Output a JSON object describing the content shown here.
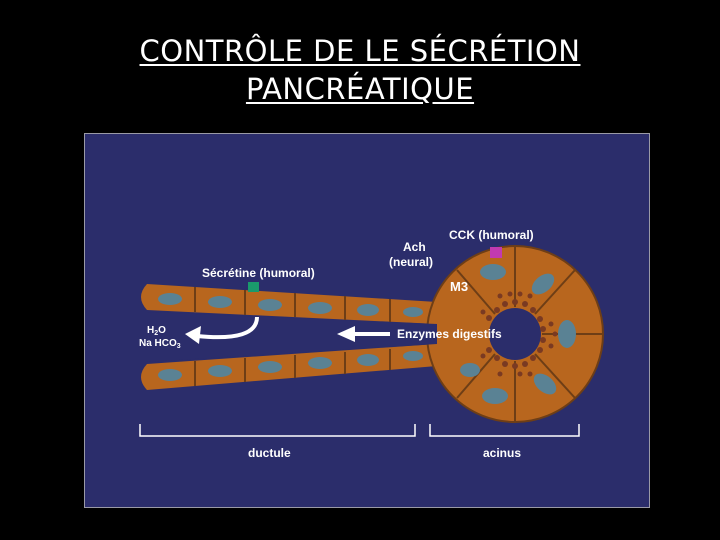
{
  "slide": {
    "title_line1": "CONTRÔLE DE LE SÉCRÉTION",
    "title_line2": "PANCRÉATIQUE"
  },
  "diagram": {
    "labels": {
      "secretine": "Sécrétine (humoral)",
      "cck": "CCK (humoral)",
      "ach_line1": "Ach",
      "ach_line2": "(neural)",
      "m3": "M3",
      "enzymes": "Enzymes digestifs",
      "h2o_h": "H",
      "h2o_2": "2",
      "h2o_o": "O",
      "nahco3_a": "Na HCO",
      "nahco3_3": "3",
      "ductule": "ductule",
      "acinus": "acinus"
    },
    "colors": {
      "background": "#2b2d6b",
      "duct": "#b8661e",
      "duct_dark": "#7a4a22",
      "nucleus": "#5a8294",
      "secretine_receptor": "#1a9a6c",
      "cck_receptor": "#c23ab0",
      "granule": "#7a3a22",
      "arrow": "#ffffff"
    }
  }
}
